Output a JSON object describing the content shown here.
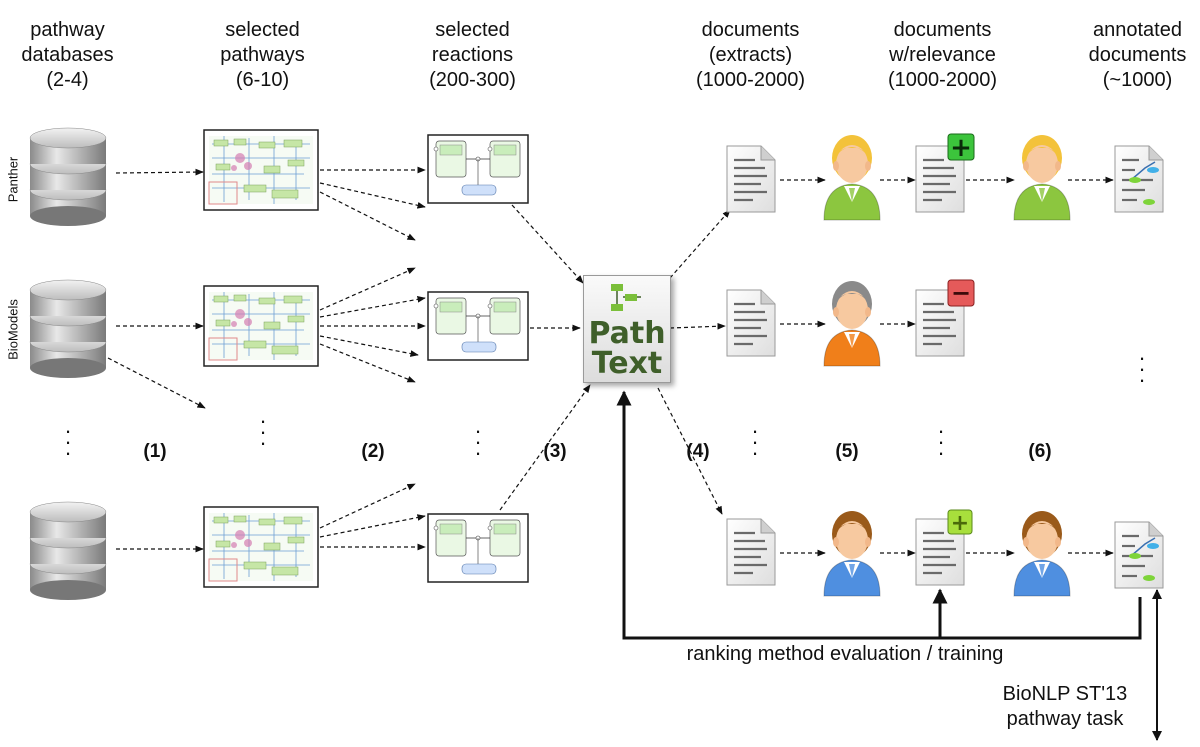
{
  "headers": {
    "pathway_databases": "pathway\ndatabases\n(2-4)",
    "selected_pathways": "selected\npathways\n(6-10)",
    "selected_reactions": "selected\nreactions\n(200-300)",
    "documents_extracts": "documents\n(extracts)\n(1000-2000)",
    "documents_relevance": "documents\nw/relevance\n(1000-2000)",
    "annotated_documents": "annotated\ndocuments\n(~1000)"
  },
  "databases": {
    "panther": "Panther",
    "biomodels": "BioModels"
  },
  "steps": {
    "s1": "(1)",
    "s2": "(2)",
    "s3": "(3)",
    "s4": "(4)",
    "s5": "(5)",
    "s6": "(6)"
  },
  "pathtext": {
    "line1": "Path",
    "line2": "Text"
  },
  "feedback_label": "ranking method evaluation / training",
  "bionlp": {
    "line1": "BioNLP ST'13",
    "line2": "pathway task"
  },
  "relevance_marks": {
    "plus": "+",
    "minus": "−"
  },
  "icons": [
    "database-icon",
    "pathway-thumbnail-icon",
    "reaction-icon",
    "document-icon",
    "person-icon",
    "annotated-document-icon"
  ],
  "colors": {
    "green_person": "#8cc63f",
    "orange_person": "#f07f1a",
    "blue_person": "#4f8fe0",
    "plus_badge": "#3cc43c",
    "minus_badge": "#e55a5a",
    "pathtext_green": "#3f5f2a"
  }
}
